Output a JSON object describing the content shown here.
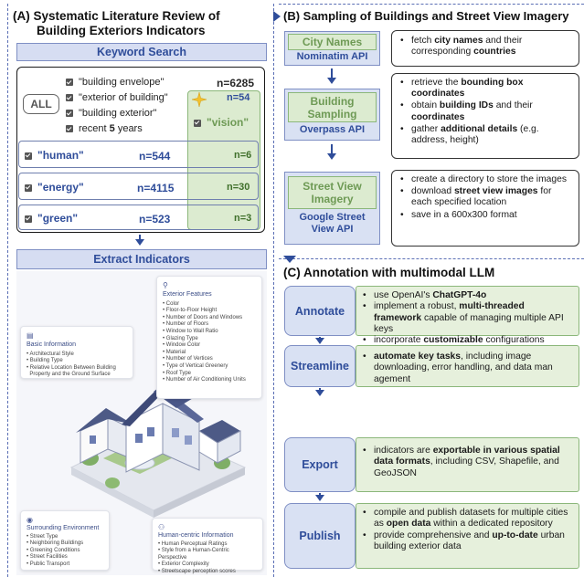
{
  "colors": {
    "accent_blue": "#2f4d9a",
    "panel_blue": "#d6ddf2",
    "green_fill": "#dcebd0",
    "green_text": "#6e9a55"
  },
  "panelA": {
    "title_line1": "(A) Systematic Literature Review of",
    "title_line2": "Building Exteriors Indicators",
    "keyword_search": "Keyword Search",
    "all_label": "ALL",
    "keywords": [
      {
        "text": "\"building envelope\"",
        "n": "n=6285"
      },
      {
        "text": "\"exterior of building\"",
        "n": "n=54"
      },
      {
        "text": "\"building exterior\""
      },
      {
        "text_pre": "recent ",
        "text_bold": "5",
        "text_post": " years"
      }
    ],
    "vision_label": "\"vision\"",
    "rows": [
      {
        "label": "\"human\"",
        "n": "n=544",
        "vision_n": "n=6"
      },
      {
        "label": "\"energy\"",
        "n": "n=4115",
        "vision_n": "n=30"
      },
      {
        "label": "\"green\"",
        "n": "n=523",
        "vision_n": "n=3"
      }
    ],
    "extract_indicators": "Extract Indicators",
    "cards": {
      "exterior": {
        "title": "Exterior Features",
        "icon": "paint-roller-icon",
        "items": [
          "Color",
          "Floor-to-Floor Height",
          "Number of Doors and Windows",
          "Number of Floors",
          "Window to Wall Ratio",
          "Glazing Type",
          "Window Color",
          "Material",
          "Number of Vertices",
          "Type of Vertical Greenery",
          "Roof Type",
          "Number of Air Conditioning Units"
        ]
      },
      "basic": {
        "title": "Basic Information",
        "icon": "id-card-icon",
        "items": [
          "Architectural Style",
          "Building Type",
          "Relative Location Between Building",
          "Property and the Ground Surface"
        ]
      },
      "surrounding": {
        "title": "Surrounding Environment",
        "icon": "location-pin-icon",
        "items": [
          "Street Type",
          "Neighboring Buildings",
          "Greening Conditions",
          "Street Facilities",
          "Public Transport"
        ]
      },
      "human": {
        "title": "Human-centric Information",
        "icon": "people-icon",
        "items": [
          "Human Perceptual Ratings",
          "Style from a Human-Centric Perspective",
          "Exterior Complexity",
          "Streetscape perception scores"
        ]
      }
    }
  },
  "panelB": {
    "title": "(B) Sampling of Buildings and Street View Imagery",
    "steps": [
      {
        "name": "City Names",
        "api": "Nominatim API",
        "bullets": [
          [
            {
              "t": "fetch "
            },
            {
              "t": "city names",
              "b": true
            },
            {
              "t": " and their corresponding "
            },
            {
              "t": "countries",
              "b": true
            }
          ]
        ]
      },
      {
        "name": "Building Sampling",
        "api": "Overpass API",
        "bullets": [
          [
            {
              "t": "retrieve the "
            },
            {
              "t": "bounding box coordinates",
              "b": true
            }
          ],
          [
            {
              "t": "obtain "
            },
            {
              "t": "building IDs",
              "b": true
            },
            {
              "t": " and their "
            },
            {
              "t": "coordinates",
              "b": true
            }
          ],
          [
            {
              "t": "gather "
            },
            {
              "t": "additional details",
              "b": true
            },
            {
              "t": " (e.g. address, height)"
            }
          ]
        ]
      },
      {
        "name": "Street View Imagery",
        "api": "Google Street View API",
        "bullets": [
          [
            {
              "t": "create a directory to store the images"
            }
          ],
          [
            {
              "t": "download "
            },
            {
              "t": "street view  images",
              "b": true
            },
            {
              "t": "  for each specified location"
            }
          ],
          [
            {
              "t": "save in a 600x300 format"
            }
          ]
        ]
      }
    ]
  },
  "panelC": {
    "title": "(C) Annotation with multimodal LLM",
    "steps": [
      {
        "name": "Annotate",
        "bullets": [
          [
            {
              "t": "use OpenAI's "
            },
            {
              "t": "ChatGPT-4o",
              "b": true
            }
          ],
          [
            {
              "t": "implement a robust, "
            },
            {
              "t": "multi-threaded framework",
              "b": true
            },
            {
              "t": " capable of managing multiple API keys"
            }
          ],
          [
            {
              "t": " incorporate "
            },
            {
              "t": "customizable",
              "b": true
            },
            {
              "t": " configurations"
            }
          ]
        ]
      },
      {
        "name": "Streamline",
        "bullets": [
          [
            {
              "t": "automate key tasks",
              "b": true
            },
            {
              "t": ", including image downloading, error handling, and data man agement"
            }
          ]
        ]
      },
      {
        "name": "Export",
        "bullets": [
          [
            {
              "t": "indicators are "
            },
            {
              "t": "exportable in various spatial data formats",
              "b": true
            },
            {
              "t": ", including CSV, Shapefile, and GeoJSON"
            }
          ]
        ]
      },
      {
        "name": "Publish",
        "bullets": [
          [
            {
              "t": "compile and publish datasets for multiple cities as "
            },
            {
              "t": "open data",
              "b": true
            },
            {
              "t": " within a dedicated repository"
            }
          ],
          [
            {
              "t": "provide comprehensive and "
            },
            {
              "t": "up-to-date",
              "b": true
            },
            {
              "t": " urban building exterior data"
            }
          ]
        ]
      }
    ]
  }
}
